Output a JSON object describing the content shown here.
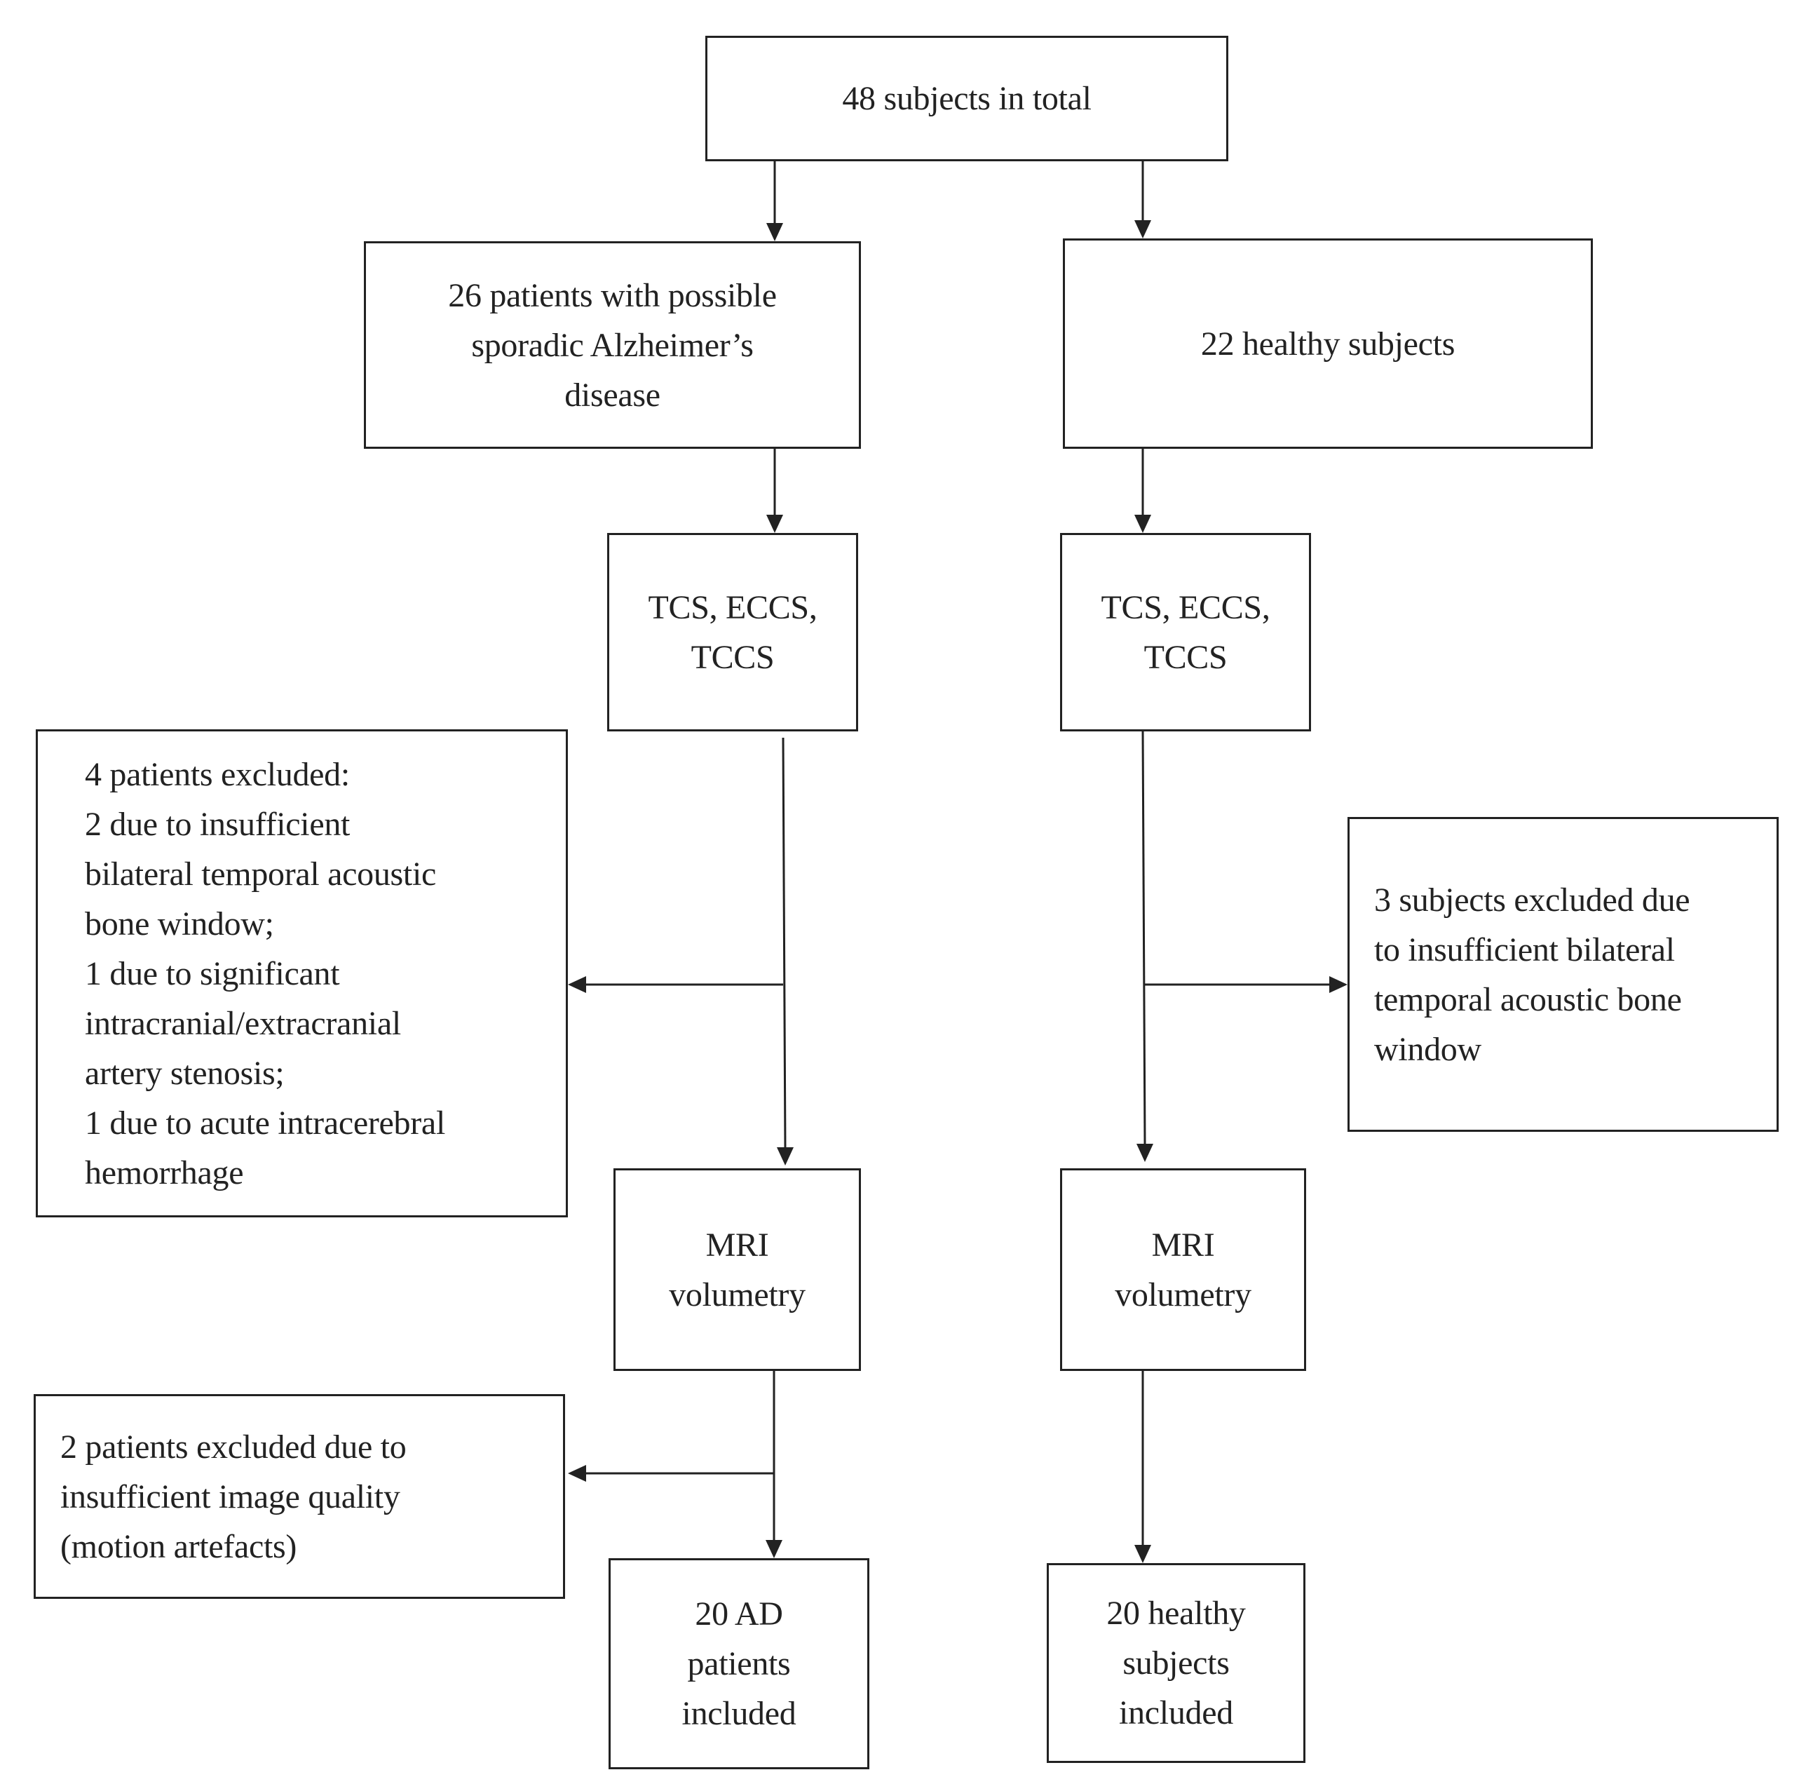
{
  "nodes": {
    "total": [
      "48 subjects in total"
    ],
    "ad_patients": [
      "26 patients with possible",
      "sporadic Alzheimer’s",
      "disease"
    ],
    "healthy": [
      "22 healthy subjects"
    ],
    "ad_ultrasound": [
      "TCS, ECCS,",
      "TCCS"
    ],
    "healthy_ultrasound": [
      "TCS, ECCS,",
      "TCCS"
    ],
    "ad_exclusion_1": [
      "4 patients excluded:",
      "2 due to insufficient",
      "bilateral temporal acoustic",
      "bone window;",
      "1 due to significant",
      "intracranial/extracranial",
      "artery stenosis;",
      "1 due to acute intracerebral",
      "hemorrhage"
    ],
    "healthy_exclusion": [
      "3 subjects excluded due",
      "to insufficient bilateral",
      "temporal acoustic bone",
      "window"
    ],
    "ad_mri": [
      "MRI",
      "volumetry"
    ],
    "healthy_mri": [
      "MRI",
      "volumetry"
    ],
    "ad_exclusion_2": [
      "2 patients excluded due to",
      "insufficient image quality",
      "(motion artefacts)"
    ],
    "ad_included": [
      "20 AD",
      "patients",
      "included"
    ],
    "healthy_included": [
      "20 healthy",
      "subjects",
      "included"
    ]
  }
}
